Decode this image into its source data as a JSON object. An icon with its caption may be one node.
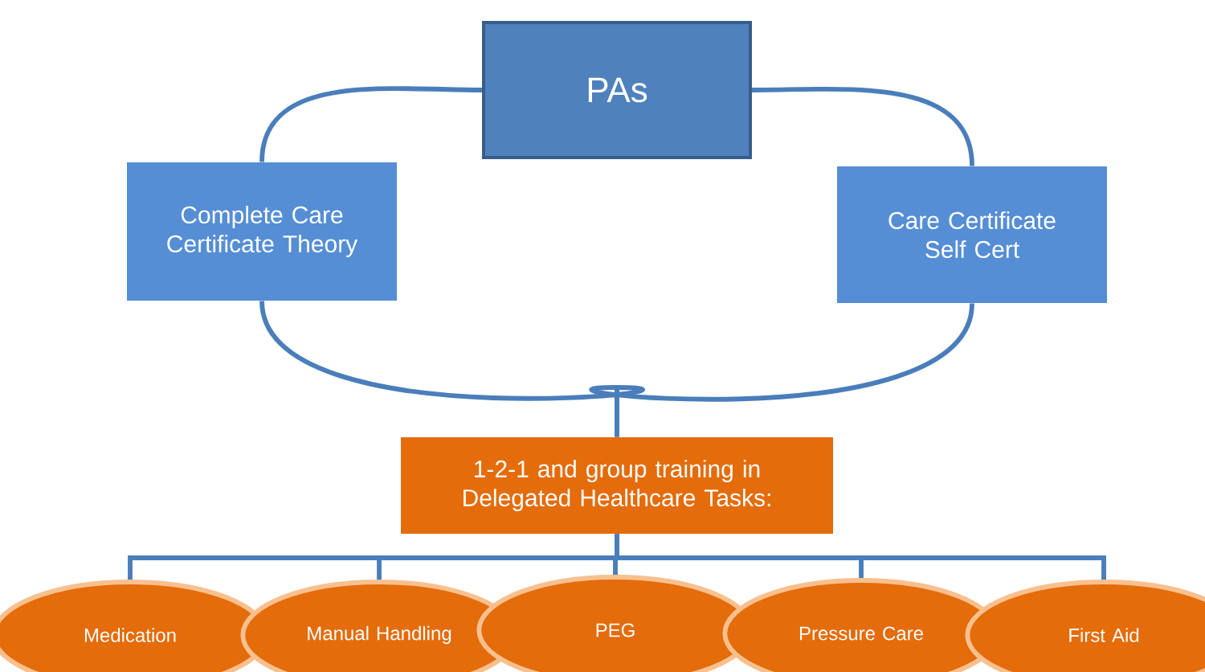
{
  "diagram": {
    "nodes": [
      {
        "text": [
          "PAs"
        ]
      },
      {
        "text": [
          "Complete Care Certificate Theory"
        ]
      },
      {
        "text": [
          "Care Certificate Self Cert"
        ]
      },
      {
        "text": [
          "1-2-1 and group training in Delegated Healthcare Tasks:"
        ]
      },
      {
        "text": [
          "Medication"
        ]
      },
      {
        "text": [
          "Manual Handling"
        ]
      },
      {
        "text": [
          "PEG"
        ]
      },
      {
        "text": [
          "Pressure Care"
        ]
      },
      {
        "text": [
          "First Aid"
        ]
      }
    ],
    "edges": [
      {
        "from": 0,
        "to": 1,
        "arrow": "none"
      },
      {
        "from": 0,
        "to": 2,
        "arrow": "none"
      },
      {
        "from": 1,
        "to": 3,
        "arrow": "none"
      },
      {
        "from": 2,
        "to": 3,
        "arrow": "none"
      },
      {
        "from": 3,
        "to": 4,
        "arrow": "none"
      },
      {
        "from": 3,
        "to": 5,
        "arrow": "none"
      },
      {
        "from": 3,
        "to": 6,
        "arrow": "none"
      },
      {
        "from": 3,
        "to": 7,
        "arrow": "none"
      },
      {
        "from": 3,
        "to": 8,
        "arrow": "none"
      }
    ]
  }
}
